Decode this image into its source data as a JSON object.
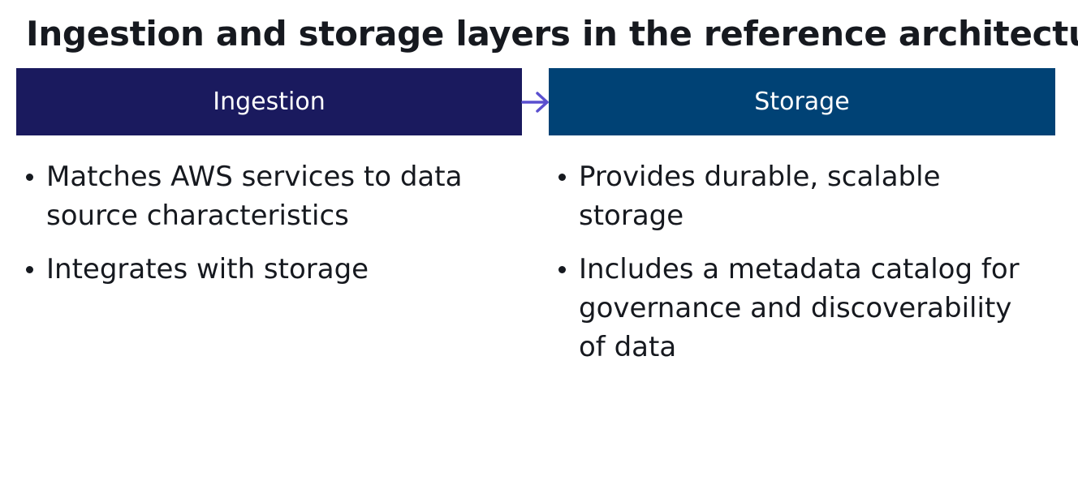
{
  "title": "Ingestion and storage layers in the reference architecture",
  "colors": {
    "ingestion_header": "#1a1a5e",
    "storage_header": "#004275",
    "arrow": "#5a4fcf",
    "text": "#16191f"
  },
  "layers": [
    {
      "name": "Ingestion",
      "bullets": [
        "Matches AWS services to data source characteristics",
        "Integrates with storage"
      ]
    },
    {
      "name": "Storage",
      "bullets": [
        "Provides durable, scalable storage",
        "Includes a metadata catalog for governance and discoverability of data"
      ]
    }
  ],
  "connector": {
    "icon": "arrow-right-icon",
    "from": "Ingestion",
    "to": "Storage"
  }
}
